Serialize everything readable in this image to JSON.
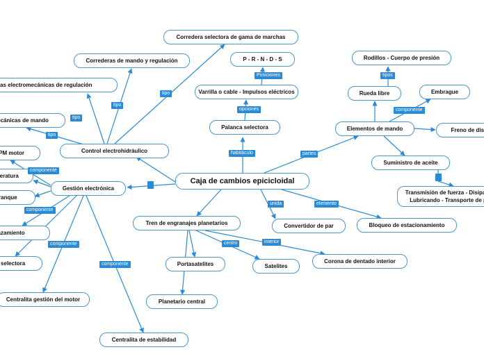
{
  "nodes": {
    "root": "Caja de cambios epicicloidal",
    "palanca": "Palanca selectora",
    "varrilla": "Varrilla o cable - Impulsos eléctricos",
    "prnds": "P - R - N - D - S",
    "control": "Control electrohidráulico",
    "corredera_gama": "Corredera selectora de gama de marchas",
    "correderas_mando": "Correderas de mando y regulación",
    "valvulas": "Válvulas electromecánicas de regulación",
    "mecanicas": "Válvulas electromecánicas de mando",
    "gestion": "Gestión electrónica",
    "rpm": "Sensor RPM motor",
    "temperatura": "Sensor temperatura",
    "arranque": "Bloqueo arranque",
    "desplazamiento": "Sensor desplazamiento",
    "palanca_sel": "Bloqueo palanca selectora",
    "centralita_motor": "Centralita gestión del motor",
    "centralita_estab": "Centralita de estabilidad",
    "tren": "Tren de engranajes planetarios",
    "portasatelites": "Portasatelites",
    "planetario": "Planetario central",
    "satelites": "Satelites",
    "corona": "Corona de dentado interior",
    "convertidor": "Convertidor de par",
    "bloqueo_est": "Bloqueo de estacionamiento",
    "elementos": "Elementos de mando",
    "rueda": "Rueda libre",
    "rodillos": "Rodillos - Cuerpo de presión",
    "embrague": "Embrague",
    "freno": "Freno de disco",
    "suministro": "Suministro de aceite",
    "transmision": "Transmisión de fuerza - Disipando calor - Lubricando - Transporte de partículas"
  },
  "labels": {
    "habitaculo": "habitáculo",
    "opciones": "opciones",
    "posiciones": "Posiciones",
    "tipo": "tipo",
    "componente": "componente",
    "partes": "partes",
    "tipos": "tipos",
    "unida": "unida",
    "elemento": "elemento",
    "centro": "centro",
    "interior": "interior"
  },
  "colors": {
    "line": "#2a8ad6",
    "node_border": "#4a96cf",
    "tag_bg": "#2a8ad6",
    "tag_text": "#ffffff",
    "text": "#111111",
    "background": "#ffffff"
  }
}
